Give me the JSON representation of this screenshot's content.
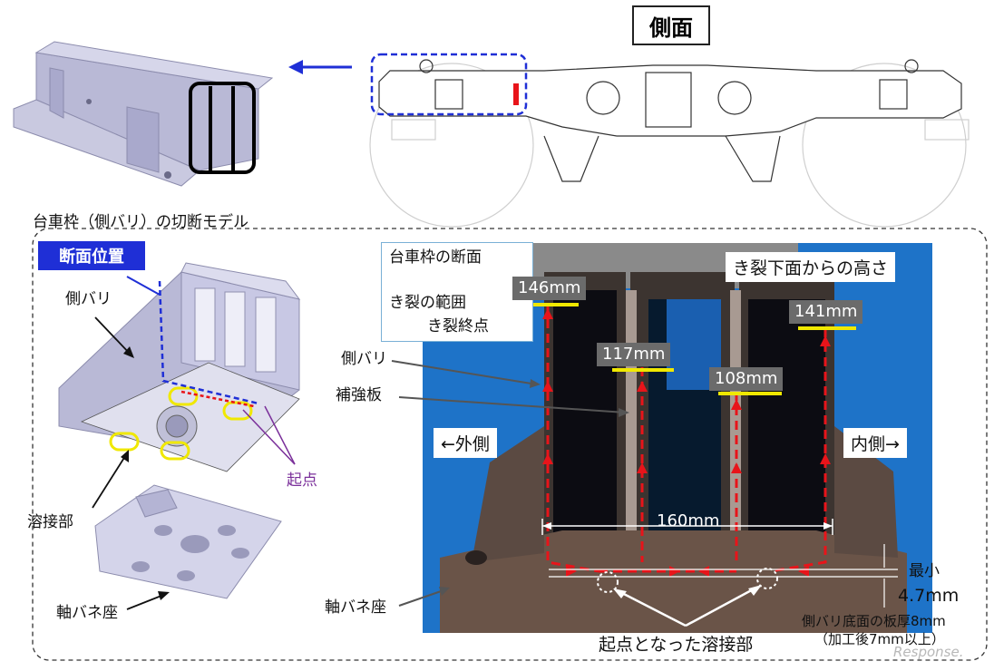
{
  "header": {
    "title": "側面"
  },
  "section": {
    "title": "台車枠（側バリ）の切断モデル"
  },
  "model": {
    "section_tag": "断面位置",
    "side_beam_label": "側バリ",
    "weld_label": "溶接部",
    "origin_label": "起点",
    "spring_seat_label": "軸バネ座"
  },
  "photo": {
    "legend_title": "台車枠の断面",
    "legend_crack_range": "き裂の範囲",
    "legend_crack_end": "き裂終点",
    "height_title": "き裂下面からの高さ",
    "outside_label": "←外側",
    "inside_label": "内側→",
    "label_side_beam": "側バリ",
    "label_reinforcement": "補強板",
    "label_spring_seat": "軸バネ座",
    "width_label": "160mm",
    "min_label": "最小",
    "min_value": "4.7mm",
    "thickness_note": "側バリ底面の板厚8mm",
    "thickness_sub": "（加工後7mm以上）",
    "origin_weld_label": "起点となった溶接部",
    "heights": [
      "146mm",
      "117mm",
      "108mm",
      "141mm"
    ]
  },
  "watermark": "Response.",
  "colors": {
    "accent_blue": "#1f2fd6",
    "crack_red": "#e8141a",
    "crack_end_yellow": "#f0e800",
    "photo_bg": "#1e73c8"
  }
}
